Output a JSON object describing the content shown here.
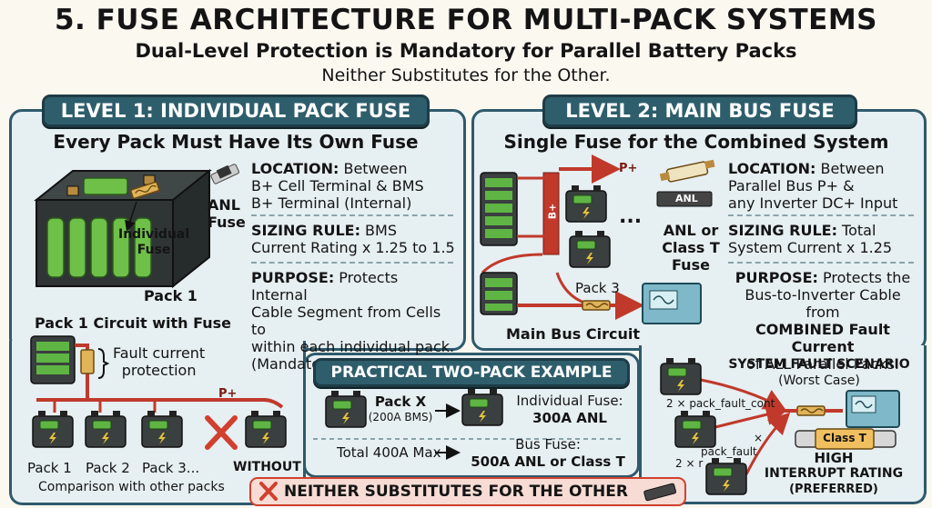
{
  "header": {
    "title": "5. FUSE ARCHITECTURE FOR MULTI-PACK SYSTEMS",
    "subtitle": "Dual-Level Protection is Mandatory for Parallel Battery Packs",
    "note": "Neither Substitutes for the Other."
  },
  "level1": {
    "badge": "LEVEL 1: INDIVIDUAL PACK FUSE",
    "heading": "Every Pack Must Have Its Own Fuse",
    "fuse_label_1": "ANL",
    "fuse_label_2": "Fuse",
    "individual_fuse_1": "Individual",
    "individual_fuse_2": "Fuse",
    "pack_label": "Pack 1",
    "location_key": "LOCATION:",
    "location_1": " Between",
    "location_2": "B+ Cell Terminal & BMS",
    "location_3": "B+ Terminal (Internal)",
    "sizing_key": "SIZING RULE:",
    "sizing_1": " BMS",
    "sizing_2": "Current Rating x 1.25 to 1.5",
    "purpose_key": "PURPOSE:",
    "purpose_1": " Protects Internal",
    "purpose_2": "Cable Segment from Cells to",
    "purpose_3": "within each individual pack.",
    "purpose_4": "(Mandatory for ALL packs)",
    "circuit_title": "Pack 1 Circuit with Fuse",
    "fault_1": "Fault current",
    "fault_2": "protection",
    "bus_tag": "P+",
    "packs": [
      "Pack 1",
      "Pack 2",
      "Pack 3...",
      "WITHOUT"
    ],
    "comparison": "Comparison with other packs"
  },
  "level2": {
    "badge": "LEVEL 2: MAIN BUS FUSE",
    "heading": "Single Fuse for the Combined System",
    "bus_tag": "P+",
    "bplus_tag": "B+",
    "dots": "...",
    "anl_tag": "ANL",
    "fuse_label_1": "ANL or",
    "fuse_label_2": "Class T",
    "fuse_label_3": "Fuse",
    "pack3": "Pack 3",
    "circuit_title": "Main Bus Circuit",
    "location_key": "LOCATION:",
    "location_1": " Between",
    "location_2": "Parallel Bus P+ &",
    "location_3": "any Inverter DC+ Input",
    "sizing_key": "SIZING RULE:",
    "sizing_1": " Total",
    "sizing_2": "System Current x 1.25",
    "purpose_key": "PURPOSE:",
    "purpose_1": " Protects the",
    "purpose_2": "Bus-to-Inverter Cable from",
    "purpose_3": "COMBINED Fault Current",
    "purpose_4": "of ALL Parallel Packs."
  },
  "example": {
    "badge": "PRACTICAL TWO-PACK EXAMPLE",
    "pack_name": "Pack X",
    "pack_bms": "(200A BMS)",
    "ind_fuse_1": "Individual Fuse:",
    "ind_fuse_2": "300A ANL",
    "total": "Total 400A Max",
    "bus_fuse_1": "Bus Fuse:",
    "bus_fuse_2": "500A ANL or Class T"
  },
  "fault": {
    "title_1": "SYSTEM FAULT SCENARIO",
    "title_2": "(Worst Case)",
    "label_a": "2 × pack_fault_cont",
    "label_b": "pack_fault",
    "label_c": "2 × r",
    "label_x": "×",
    "class_t": "Class T",
    "rating_1": "HIGH",
    "rating_2": "INTERRUPT RATING",
    "rating_3": "(PREFERRED)"
  },
  "footer": {
    "banner": "NEITHER SUBSTITUTES FOR THE OTHER"
  },
  "colors": {
    "teal": "#2e5e6c",
    "panel_bg": "#e6eff2",
    "battery": "#3a3f3f",
    "cell_green": "#5fb543",
    "cable_red": "#c0392b",
    "fuse_gold": "#e1b45a",
    "warning_red": "#d0402f"
  }
}
